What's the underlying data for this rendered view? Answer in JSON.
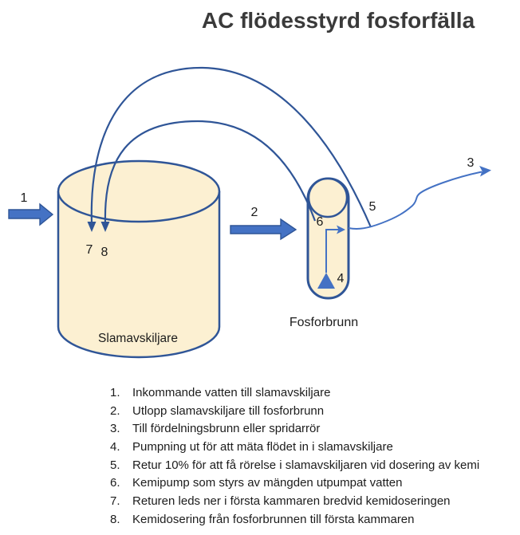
{
  "title": "AC flödesstyrd fosforfälla",
  "diagram": {
    "tank_label": "Slamavskiljare",
    "well_label": "Fosforbrunn",
    "points": {
      "p1": "1",
      "p2": "2",
      "p3": "3",
      "p4": "4",
      "p5": "5",
      "p6": "6",
      "p7": "7",
      "p8": "8"
    }
  },
  "legend": {
    "items": [
      {
        "num": "1.",
        "text": "Inkommande vatten till slamavskiljare"
      },
      {
        "num": "2.",
        "text": "Utlopp slamavskiljare till fosforbrunn"
      },
      {
        "num": "3.",
        "text": "Till fördelningsbrunn eller spridarrör"
      },
      {
        "num": "4.",
        "text": "Pumpning ut för att mäta flödet in i slamavskiljare"
      },
      {
        "num": "5.",
        "text": "Retur 10% för att få rörelse i slamavskiljaren vid dosering av kemi"
      },
      {
        "num": "6.",
        "text": "Kemipump som styrs av mängden utpumpat vatten"
      },
      {
        "num": "7.",
        "text": "Returen leds ner i första kammaren bredvid kemidoseringen"
      },
      {
        "num": "8.",
        "text": "Kemidosering från fosforbrunnen till första kammaren"
      }
    ]
  },
  "colors": {
    "vessel_fill": "#FCF0D2",
    "vessel_outline": "#2F5597",
    "flow_accent": "#4472C4",
    "label_text": "#1c1c1c",
    "title_text": "#3a3a3a"
  }
}
